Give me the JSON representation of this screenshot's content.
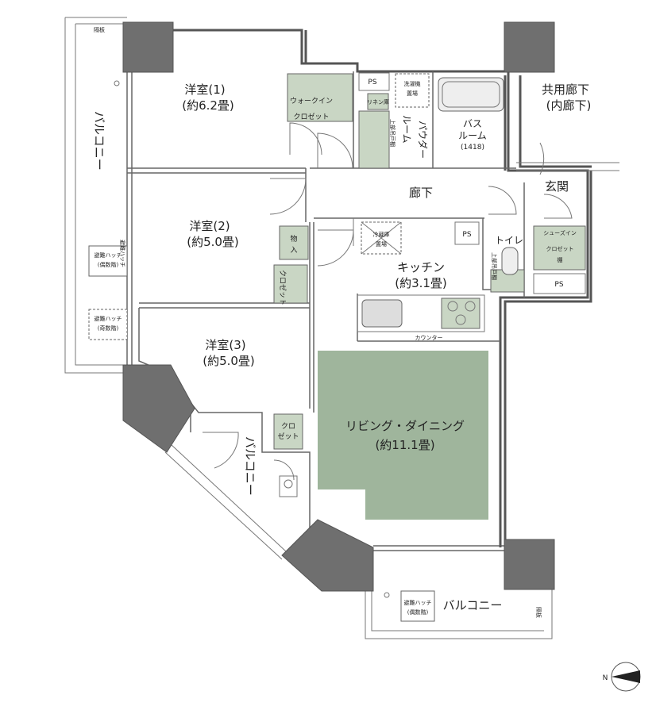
{
  "floor_plan": {
    "rooms": {
      "western1_name": "洋室(1)",
      "western1_size": "(約6.2畳)",
      "western2_name": "洋室(2)",
      "western2_size": "(約5.0畳)",
      "western3_name": "洋室(3)",
      "western3_size": "(約5.0畳)",
      "ldk_name": "リビング・ダイニング",
      "ldk_size": "(約11.1畳)",
      "kitchen_name": "キッチン",
      "kitchen_size": "(約3.1畳)",
      "corridor": "廊下",
      "entrance": "玄関",
      "common_corridor_1": "共用廊下",
      "common_corridor_2": "(内廊下)",
      "bath_1": "バス",
      "bath_2": "ルーム",
      "bath_size": "(1418)",
      "powder": "パウダー",
      "powder_room": "ルーム",
      "toilet": "トイレ"
    },
    "storage": {
      "walk_in_1": "ウォークイン",
      "walk_in_2": "クロゼット",
      "linen": "リネン庫",
      "closet_v": "クロゼット",
      "closet3_1": "クロ",
      "closet3_2": "ゼット",
      "monoire_1": "物",
      "monoire_2": "入",
      "shoes_in": "シューズイン",
      "shoes_closet": "クロゼット",
      "shelf": "棚",
      "counter": "カウンター",
      "fridge_1": "冷蔵庫",
      "fridge_2": "置場",
      "washer_1": "洗濯機",
      "washer_2": "置場",
      "ps_1": "PS",
      "ps_2": "PS",
      "ps_3": "PS",
      "upper_shelf": "上部吊戸棚",
      "upper_shelf2": "上部吊戸棚"
    },
    "balconies": {
      "west": "バルコニー",
      "south_west": "バルコニー",
      "south": "バルコニー",
      "partition_1": "隔板",
      "partition_2": "隔板"
    },
    "hatches": {
      "hatch_1a": "避難ハッチ",
      "hatch_1b": "(偶数階)",
      "hatch_2a": "避難ハッチ",
      "hatch_2b": "(奇数階)",
      "hatch_3a": "避難ハッチ",
      "hatch_3b": "(偶数階)",
      "hatch_ladder": "避難ハッチ"
    },
    "compass": {
      "north_label": "N"
    },
    "colors": {
      "ldk_fill": "#9fb59c",
      "storage_fill": "#c9d6c4",
      "wall": "#555555",
      "pillar": "#6f6f6f"
    }
  }
}
